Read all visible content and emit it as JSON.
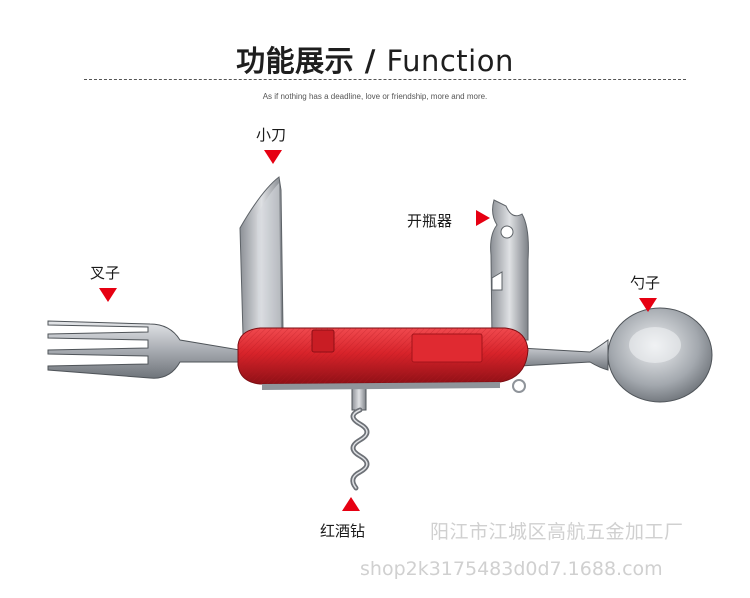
{
  "header": {
    "title_cn": "功能展示",
    "title_sep": " / ",
    "title_en": "Function",
    "tagline": "As if nothing has a deadline, love or friendship, more and more."
  },
  "callouts": {
    "knife": "小刀",
    "bottle_opener": "开瓶器",
    "fork": "叉子",
    "spoon": "勺子",
    "corkscrew": "红酒钻"
  },
  "watermark": {
    "company": "阳江市江城区高航五金加工厂",
    "url": "shop2k3175483d0d7.1688.com"
  },
  "colors": {
    "accent": "#e60012",
    "handle_red": "#d8232a",
    "steel": "#b8bcc2"
  }
}
